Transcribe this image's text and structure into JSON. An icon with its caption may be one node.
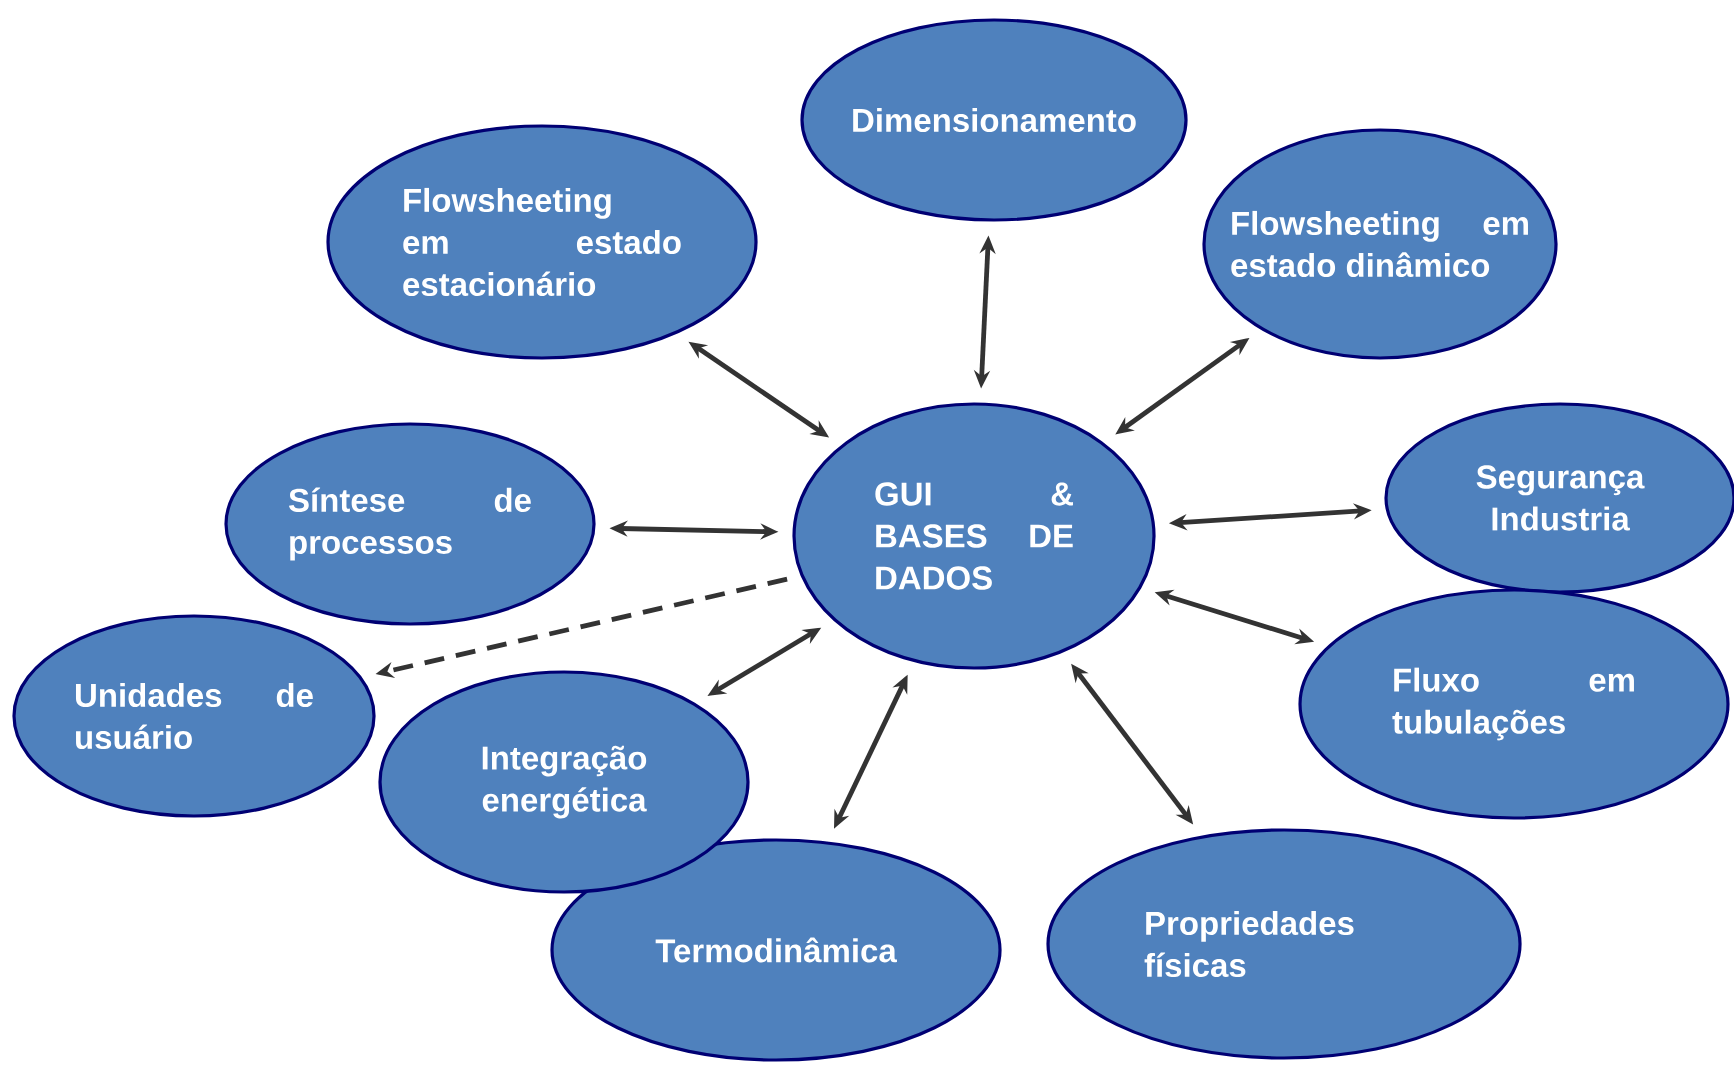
{
  "diagram": {
    "nodes": [
      {
        "text": [
          "GUI & BASES DE DADOS"
        ]
      },
      {
        "text": [
          "Dimensionamento"
        ]
      },
      {
        "text": [
          "Flowsheeting em estado estacionário"
        ]
      },
      {
        "text": [
          "Flowsheeting em estado dinâmico"
        ]
      },
      {
        "text": [
          "Síntese de processos"
        ]
      },
      {
        "text": [
          "Segurança Industria"
        ]
      },
      {
        "text": [
          "Unidades de usuário"
        ]
      },
      {
        "text": [
          "Integração energética"
        ]
      },
      {
        "text": [
          "Fluxo em tubulações"
        ]
      },
      {
        "text": [
          "Termodinâmica"
        ]
      },
      {
        "text": [
          "Propriedades físicas"
        ]
      }
    ],
    "edges": [
      {
        "from": 0,
        "to": 1,
        "arrow": "both"
      },
      {
        "from": 0,
        "to": 2,
        "arrow": "both"
      },
      {
        "from": 0,
        "to": 3,
        "arrow": "both"
      },
      {
        "from": 0,
        "to": 4,
        "arrow": "both"
      },
      {
        "from": 0,
        "to": 5,
        "arrow": "both"
      },
      {
        "from": 0,
        "to": 6,
        "arrow": "to",
        "style": "dashed"
      },
      {
        "from": 0,
        "to": 7,
        "arrow": "both"
      },
      {
        "from": 0,
        "to": 8,
        "arrow": "both"
      },
      {
        "from": 0,
        "to": 9,
        "arrow": "both"
      },
      {
        "from": 0,
        "to": 10,
        "arrow": "both"
      }
    ]
  }
}
